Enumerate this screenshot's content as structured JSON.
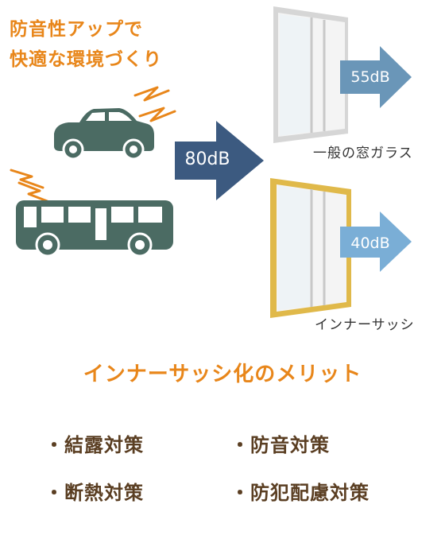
{
  "headline": {
    "line1": "防音性アップで",
    "line2": "快適な環境づくり"
  },
  "source_arrow": {
    "label": "80dB"
  },
  "windows": [
    {
      "label": "55dB",
      "caption": "一般の窓ガラス"
    },
    {
      "label": "40dB",
      "caption": "インナーサッシ"
    }
  ],
  "merits": {
    "title": "インナーサッシ化のメリット",
    "items": [
      "・結露対策",
      "・防音対策",
      "・断熱対策",
      "・防犯配慮対策"
    ]
  },
  "colors": {
    "accent": "#e8861a",
    "vehicle": "#4b6b63",
    "noise": "#e8861a",
    "arrow_main": "#3c5a80",
    "arrow_55": "#6a96b8",
    "arrow_40": "#7aaed6",
    "frame_plain": "#d9d9d9",
    "frame_gold": "#e0b94a",
    "merit_text": "#5a3e22"
  },
  "icons": [
    "car-icon",
    "bus-icon",
    "noise-lines-icon",
    "window-icon",
    "inner-sash-window-icon"
  ]
}
